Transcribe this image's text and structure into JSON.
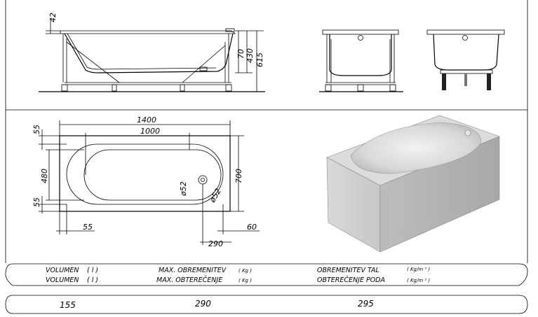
{
  "elevation_dims": {
    "rim": "42",
    "d70": "70",
    "d430": "430",
    "d615": "615"
  },
  "plan_dims": {
    "length": "1400",
    "inner_length": "1000",
    "top_offset": "55",
    "inner_width": "480",
    "side_offset": "55",
    "outer_width": "700",
    "drain1": "ø52",
    "drain2": "ø52",
    "left_offset": "55",
    "right_offset": "60",
    "drain_pos": "290"
  },
  "table": {
    "row1": {
      "volume_label": "VOLUMEN",
      "volume_unit": "( l )",
      "load_label": "MAX. OBREMENITEV",
      "load_unit": "( Kg )",
      "floor_label": "OBREMENITEV TAL",
      "floor_unit": "( Kg/m ² )"
    },
    "row2": {
      "volume_label": "VOLUMEN",
      "volume_unit": "( l )",
      "load_label": "MAX. OBTEREČENJE",
      "load_unit": "( Kg )",
      "floor_label": "OBTEREČENJE PODA",
      "floor_unit": "( Kg/m ² )"
    },
    "values": {
      "volume": "155",
      "load": "290",
      "floor": "295"
    }
  }
}
